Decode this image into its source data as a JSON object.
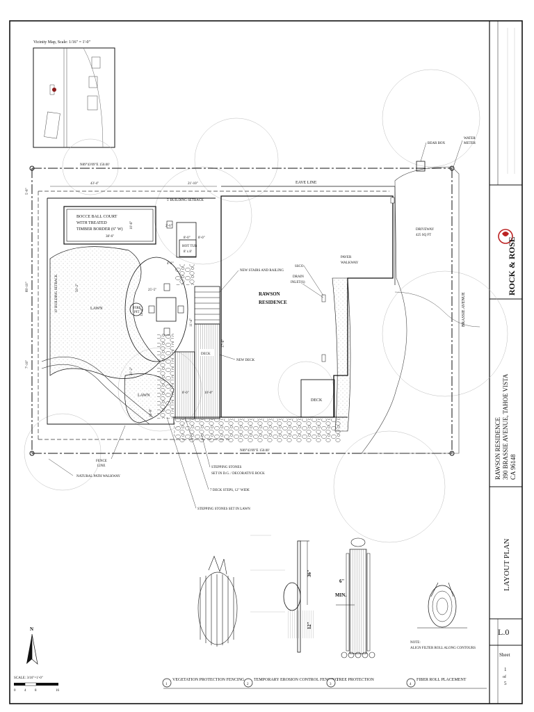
{
  "vicinity_map": {
    "title": "Vicinity Map, Scale: 1/16\" = 1'-0\""
  },
  "boundary": {
    "north": "N89°43'09\"E   150.00'",
    "south": "N89°43'09\"E   150.00'"
  },
  "dims": {
    "d1": "43'-4\"",
    "d2": "21'-10\"",
    "d3": "38'-6\"",
    "d4": "10'-6\"",
    "d5": "2'-6\"",
    "d6": "8'-0\"",
    "d7": "8'-0\"",
    "d8": "4'-2\"",
    "d9": "25'-5\"",
    "d10": "12'-4\"",
    "d11": "11'-4\"",
    "d12": "17'-6\"",
    "d13": "8'-0\"",
    "d14": "10'-0\"",
    "d15": "89'-10\"",
    "d16": "50'-2\"",
    "d17": "7'-10\"",
    "d18": "5'-8\"",
    "d19": "21'-2\"",
    "d20": "16'-8\""
  },
  "labels": {
    "eave_line": "EAVE LINE",
    "building_setback_5": "5' BUILDING SETBACK",
    "building_setback_10": "10' BUILDING SETBACK",
    "bocce": [
      "BOCCE BALL COURT",
      "WITH TREATED",
      "TIMBER BORDER (6\" W)"
    ],
    "hot_tub": [
      "HOT TUB",
      "8' x 8'"
    ],
    "new_stairs": "NEW STAIRS AND RAILING",
    "residence": [
      "RAWSON",
      "RESIDENCE"
    ],
    "lawn1": "LAWN",
    "lawn2": "LAWN",
    "fire_pit": [
      "FIRE",
      "PIT"
    ],
    "deck1": "DECK",
    "deck2": "DECK",
    "new_deck": "NEW DECK",
    "driveway": [
      "DRIVEWAY",
      "425 SQ FT"
    ],
    "bear_box": "BEAR BOX",
    "water_meter": [
      "WATER",
      "METER"
    ],
    "ssco": "SSCO",
    "paver": [
      "PAVER",
      "WALKWAY"
    ],
    "drain": [
      "DRAIN",
      "INLET(S)"
    ],
    "brassie": "BRASSIE AVENUE",
    "fence_line": [
      "FENCE",
      "LINE"
    ],
    "natural_path": "NATURAL PATH WALKWAY",
    "stepping1": [
      "STEPPING STONES",
      "SET IN D.G. / DECORATIVE ROCK"
    ],
    "deck_steps": "7 DECK STEPS, 12\" WIDE",
    "stepping2": "STEPPING STONES SET IN LAWN"
  },
  "details": [
    {
      "num": "1",
      "title": "VEGETATION PROTECTION FENCING"
    },
    {
      "num": "2",
      "title": "TEMPORARY EROSION CONTROL FENCING"
    },
    {
      "num": "3",
      "title": "TREE PROTECTION"
    },
    {
      "num": "4",
      "title": "FIBER ROLL PLACEMENT"
    }
  ],
  "detail_marks": {
    "d36": "36\"",
    "d12": "12\"",
    "min_top": "6\"",
    "min_bot": "MIN."
  },
  "note": [
    "NOTE:",
    "ALIGN FILTER ROLL ALONG CONTOURS"
  ],
  "north_arrow": "N",
  "scale": {
    "label": "SCALE: 3/16\"=1'-0\"",
    "ticks": [
      "0",
      "4",
      "8",
      "16"
    ]
  },
  "title_block": {
    "firm": "ROCK & ROSE",
    "project": [
      "RAWSON RESIDENCE",
      "390 BRASSIE AVENUE, TAHOE VISTA",
      "CA 96148"
    ],
    "sheet_title": "LAYOUT PLAN",
    "sheet_number": "L.0",
    "sheet_label": "Sheet",
    "sheet_of": [
      "1",
      "of",
      "5"
    ]
  }
}
